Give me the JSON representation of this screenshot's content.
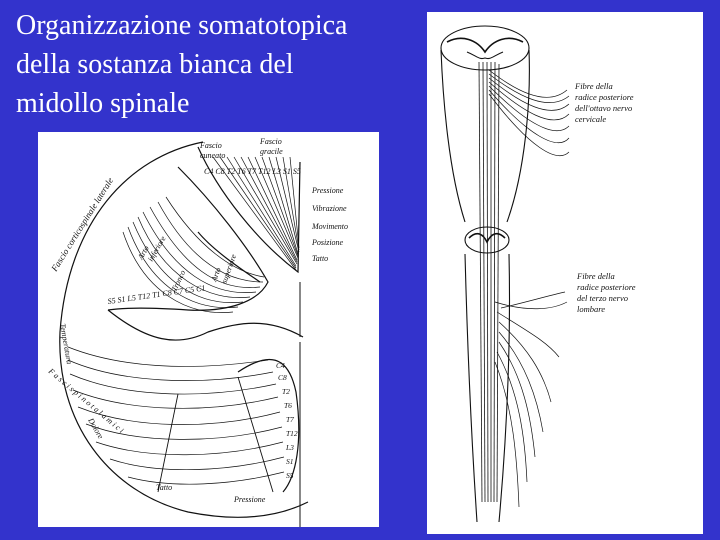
{
  "title": {
    "lines": [
      "Organizzazione somatotopica",
      "della sostanza bianca del",
      "midollo spinale"
    ]
  },
  "left_diagram": {
    "fascio_cuneato": [
      "Fascio",
      "cuneato"
    ],
    "fascio_gracile": [
      "Fascio",
      "gracile"
    ],
    "segments_top": "C4 C8 T2 T6 T7 T12 L3 S1 S5",
    "modalities": [
      "Pressione",
      "Vibrazione",
      "Movimento",
      "Posizione",
      "Tatto"
    ],
    "corticospinal": "Fascio corticospinale laterale",
    "arto_inferiore": [
      "Arto",
      "inferiore"
    ],
    "tronco": "Tronco",
    "arto_superiore": [
      "Arto",
      "superiore"
    ],
    "inner_segments": "S5 S1 L5 T12 T1 C8 C7 C5 C1",
    "temperatura": "Temperatura",
    "dolore": "Dolore",
    "tatto": "Tatto",
    "pressione": "Pressione",
    "spinotalamici": "F a s c i   s p i n o t a l a m i c i",
    "right_segments": [
      "C4",
      "C8",
      "T2",
      "T6",
      "T7",
      "T12",
      "L3",
      "S1",
      "S5"
    ]
  },
  "right_diagram": {
    "label_cervical": [
      "Fibre della",
      "radice posteriore",
      "dell'ottavo nervo",
      "cervicale"
    ],
    "label_lumbar": [
      "Fibre della",
      "radice posteriore",
      "del terzo nervo",
      "lombare"
    ]
  },
  "colors": {
    "background": "#3333cc",
    "title": "#ffffff",
    "panel": "#ffffff",
    "ink": "#111111"
  }
}
